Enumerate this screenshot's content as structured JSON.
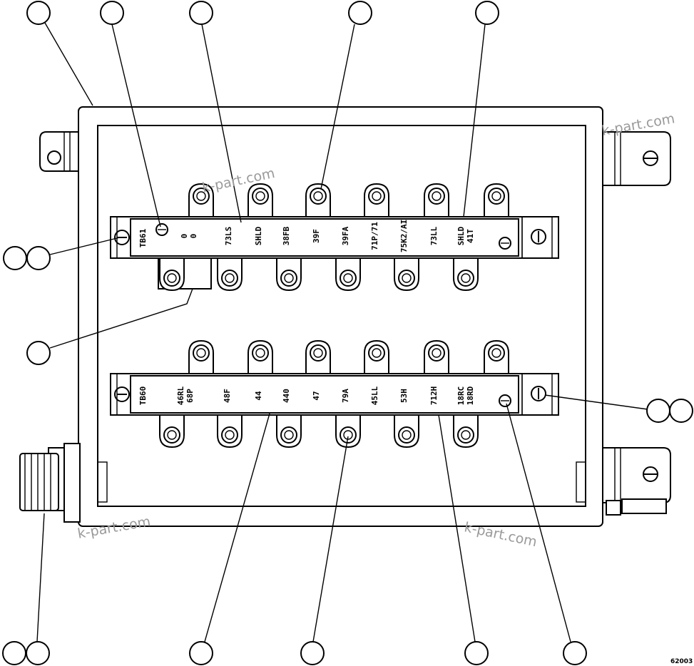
{
  "strip_top": {
    "id_label": "TB61",
    "labels": [
      "0 0",
      "73LS",
      "SHLD",
      "38FB",
      "39F",
      "39FA",
      "71P/71",
      "75K2/AI",
      "73LL",
      "SHLD 41T"
    ]
  },
  "strip_bottom": {
    "id_label": "TB60",
    "labels": [
      "46RL 68P",
      "48F",
      "44",
      "440",
      "47",
      "79A",
      "45LL",
      "53H",
      "712H",
      "18RC 18RD"
    ]
  },
  "watermarks": [
    "k-part.com",
    "k-part.com",
    "k-part.com",
    "k-part.com"
  ],
  "figure_number": "62003",
  "colors": {
    "line": "#000000",
    "background": "#ffffff",
    "watermark": "#9a9a9a"
  }
}
